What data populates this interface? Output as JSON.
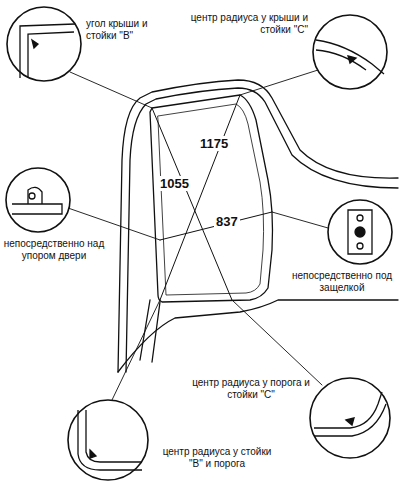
{
  "diagram": {
    "labels": [
      "угол крыши и стойки \"В\"",
      "центр радиуса у крыши и стойки \"С\"",
      "1175",
      "1055",
      "непосредственно над упором двери",
      "837",
      "непосредственно под защелкой",
      "центр радиуса у порога и стойки \"С\"",
      "центр радиуса у стойки \"В\" и порога"
    ]
  }
}
